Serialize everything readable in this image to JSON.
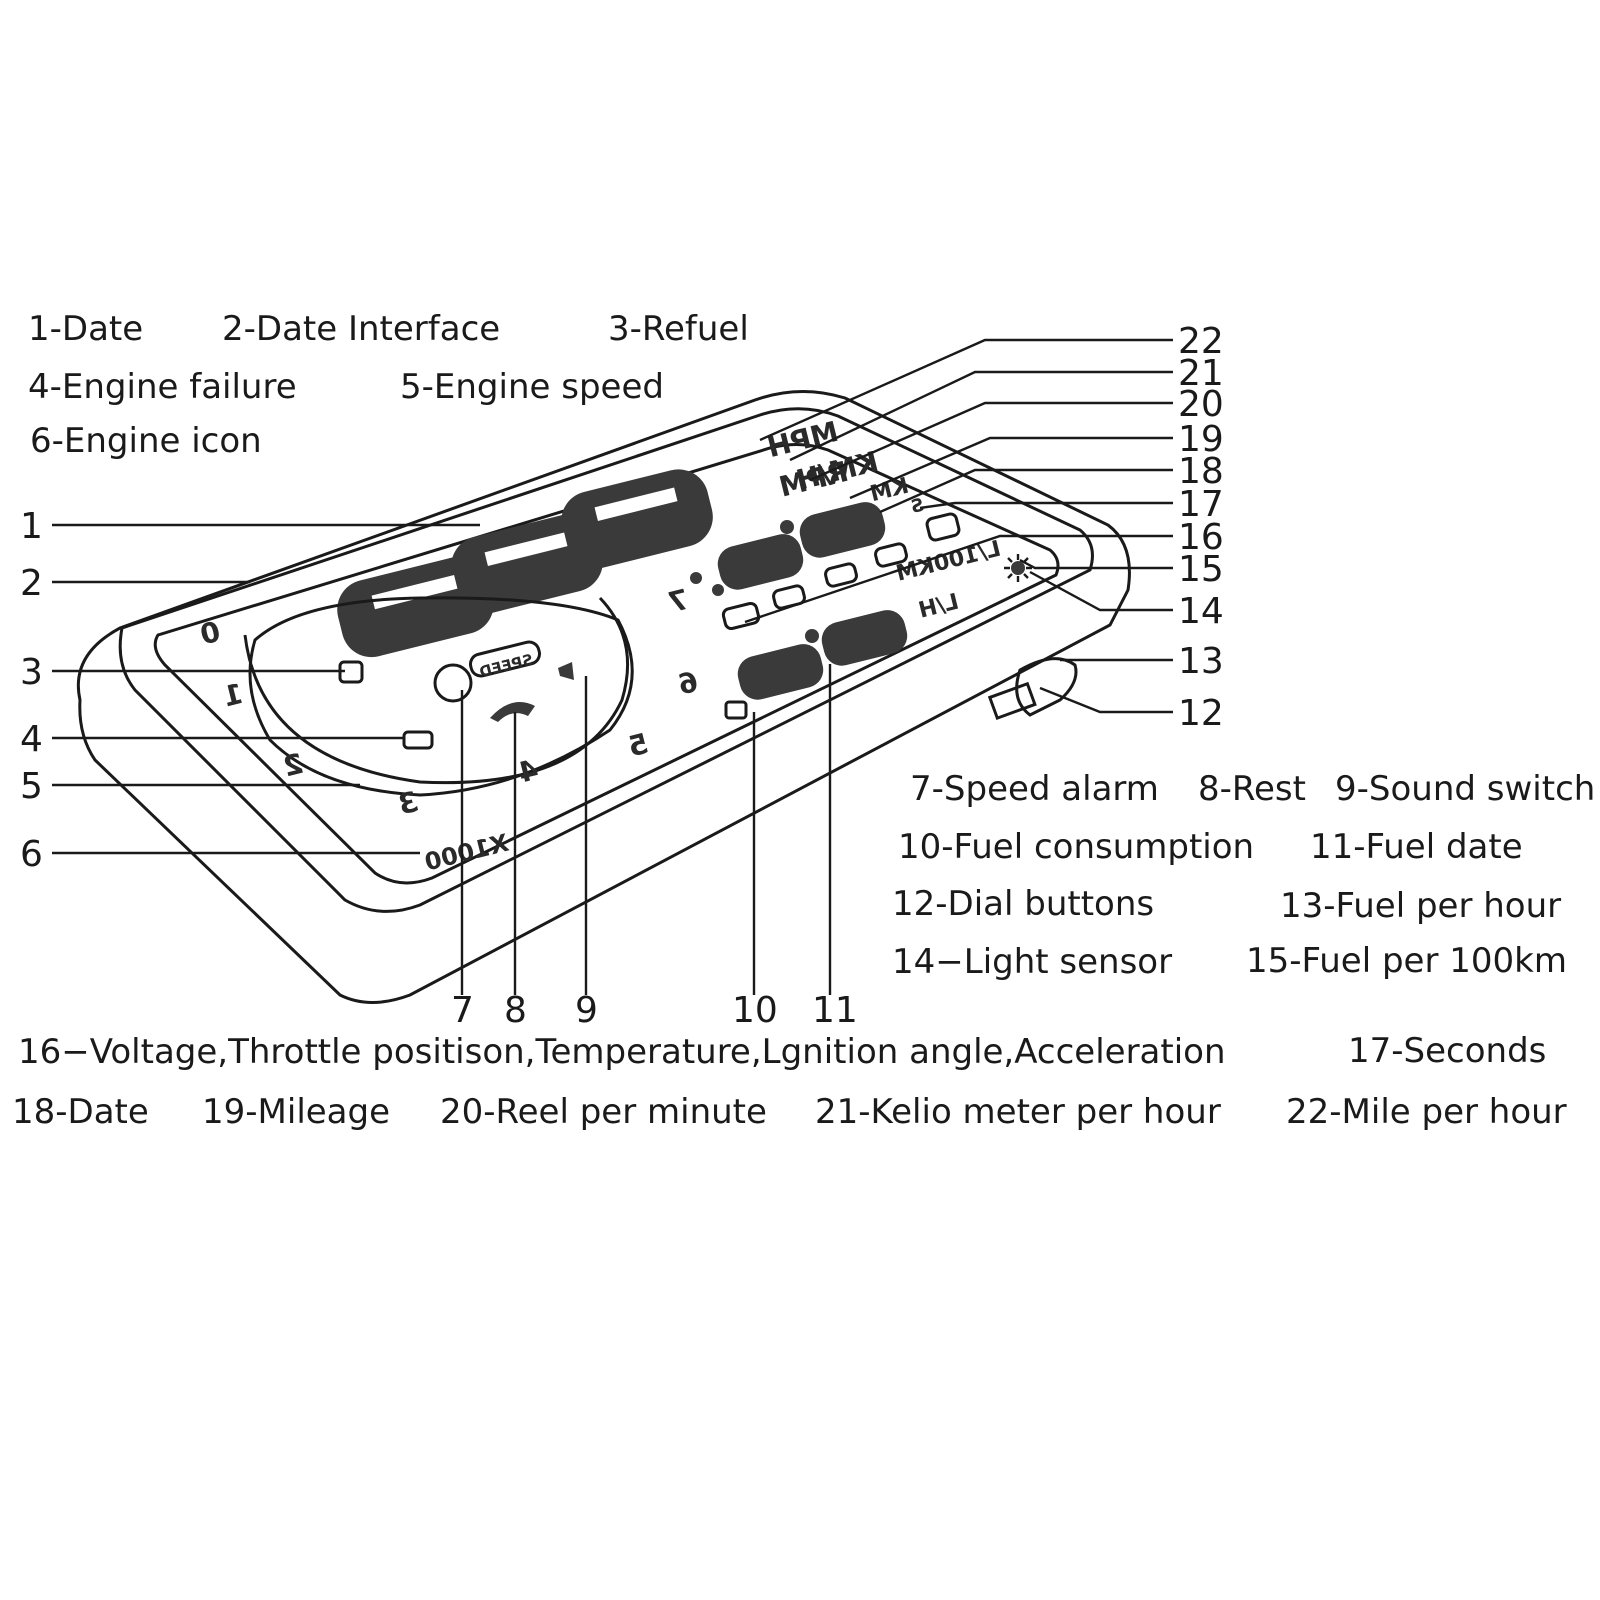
{
  "legend": [
    {
      "id": "l1",
      "text": "1-Date"
    },
    {
      "id": "l2",
      "text": "2-Date Interface"
    },
    {
      "id": "l3",
      "text": "3-Refuel"
    },
    {
      "id": "l4",
      "text": "4-Engine failure"
    },
    {
      "id": "l5",
      "text": "5-Engine speed"
    },
    {
      "id": "l6",
      "text": "6-Engine icon"
    },
    {
      "id": "l7",
      "text": "7-Speed alarm"
    },
    {
      "id": "l8",
      "text": "8-Rest"
    },
    {
      "id": "l9",
      "text": "9-Sound switch"
    },
    {
      "id": "l10",
      "text": "10-Fuel consumption"
    },
    {
      "id": "l11",
      "text": "11-Fuel date"
    },
    {
      "id": "l12",
      "text": "12-Dial buttons"
    },
    {
      "id": "l13",
      "text": "13-Fuel per hour"
    },
    {
      "id": "l14",
      "text": "14−Light sensor"
    },
    {
      "id": "l15",
      "text": "15-Fuel per 100km"
    },
    {
      "id": "l16",
      "text": "16−Voltage,Throttle positison,Temperature,Lgnition angle,Acceleration"
    },
    {
      "id": "l17",
      "text": "17-Seconds"
    },
    {
      "id": "l18",
      "text": "18-Date"
    },
    {
      "id": "l19",
      "text": "19-Mileage"
    },
    {
      "id": "l20",
      "text": "20-Reel per minute"
    },
    {
      "id": "l21",
      "text": "21-Kelio meter per hour"
    },
    {
      "id": "l22",
      "text": "22-Mile per hour"
    }
  ],
  "callouts": {
    "left": [
      "1",
      "2",
      "3",
      "4",
      "5",
      "6"
    ],
    "right": [
      "22",
      "21",
      "20",
      "19",
      "18",
      "17",
      "16",
      "15",
      "14",
      "13",
      "12"
    ],
    "bottom": [
      "7",
      "8",
      "9",
      "10",
      "11"
    ]
  },
  "device": {
    "unit_mph": "MPH",
    "unit_kmh": "KM/H",
    "unit_rpm": "RPM",
    "unit_km": "KM",
    "unit_s": "S",
    "unit_l100km": "L/100KM",
    "unit_lh": "L/H",
    "speed_badge": "SPEED",
    "rpm_multiplier": "X1000",
    "dial_numbers": [
      "0",
      "1",
      "2",
      "3",
      "4",
      "5",
      "6",
      "7"
    ]
  }
}
